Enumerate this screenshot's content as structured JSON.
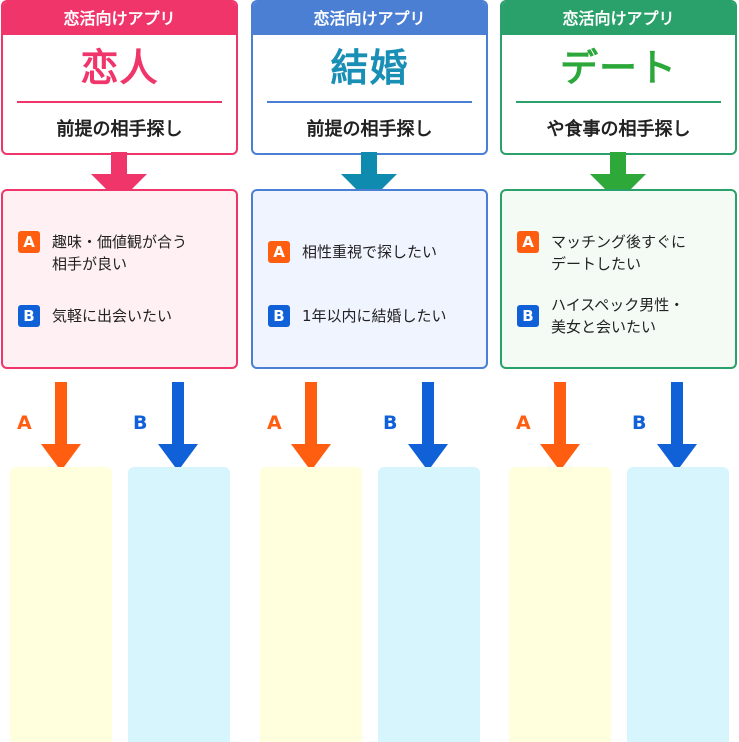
{
  "columns": [
    {
      "caption": "恋活向けアプリ",
      "title": "恋人",
      "subtitle": "前提の相手探し",
      "color": "#f0356b",
      "optBg": "#fff0f4",
      "options": [
        {
          "badge": "A",
          "text": "趣味・価値観が合う\n相手が良い"
        },
        {
          "badge": "B",
          "text": "気軽に出会いたい"
        }
      ]
    },
    {
      "caption": "恋活向けアプリ",
      "title": "結婚",
      "subtitle": "前提の相手探し",
      "color": "#4a7fd4",
      "titleColor": "#1a8fb5",
      "arrowColor": "#0f8bb0",
      "optBg": "#f0f4ff",
      "options": [
        {
          "badge": "A",
          "text": "相性重視で探したい"
        },
        {
          "badge": "B",
          "text": "1年以内に結婚したい"
        }
      ]
    },
    {
      "caption": "恋活向けアプリ",
      "title": "デート",
      "subtitle": "や食事の相手探し",
      "color": "#2aa06a",
      "titleColor": "#2ca83a",
      "arrowColor": "#2fa83a",
      "optBg": "#f3fbf4",
      "options": [
        {
          "badge": "A",
          "text": "マッチング後すぐに\nデートしたい"
        },
        {
          "badge": "B",
          "text": "ハイスペック男性・\n美女と会いたい"
        }
      ]
    }
  ],
  "labels": {
    "a": "A",
    "b": "B"
  },
  "colors": {
    "a": "#ff5e10",
    "b": "#1060d8",
    "panelA": "#ffffdd",
    "panelB": "#d6f5fd"
  }
}
